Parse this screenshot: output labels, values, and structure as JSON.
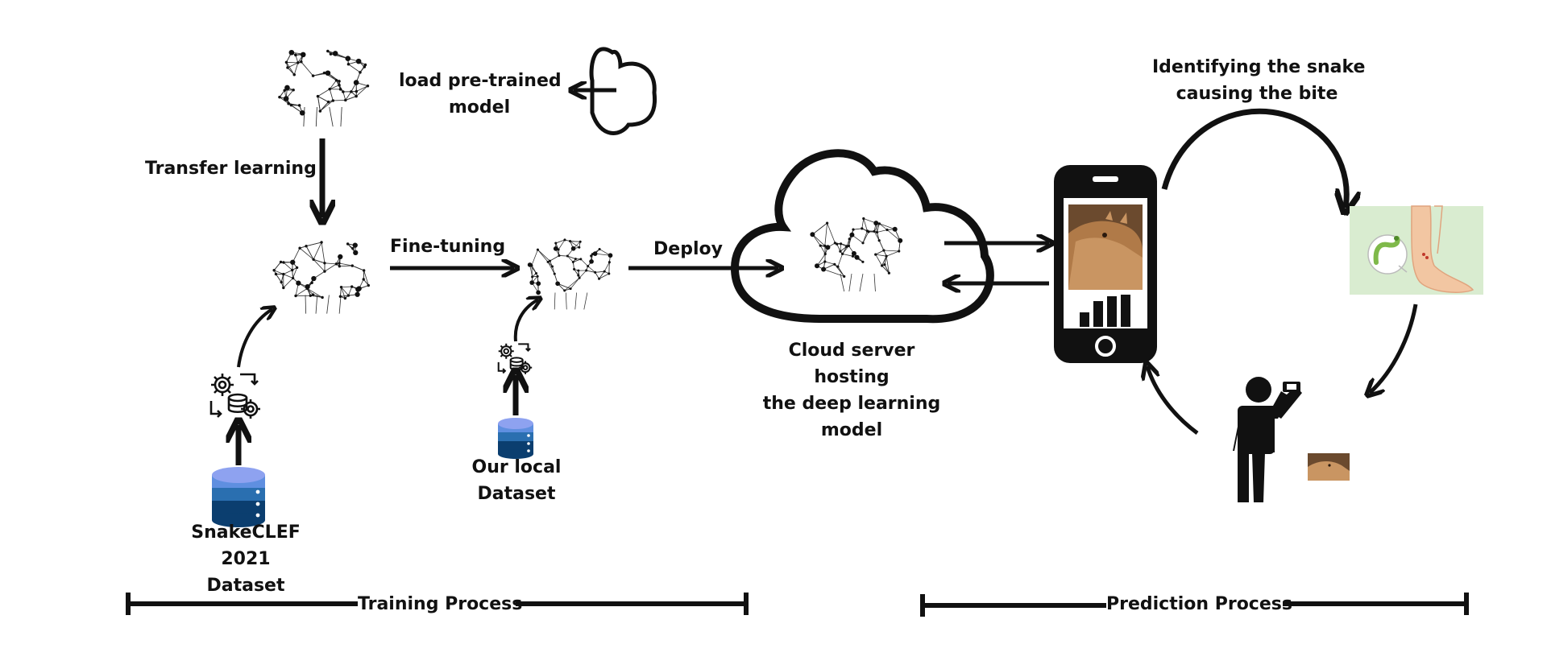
{
  "labels": {
    "load_pretrained": [
      "load pre-trained",
      "model"
    ],
    "transfer_learning": "Transfer learning",
    "fine_tuning": "Fine-tuning",
    "deploy": "Deploy",
    "snakeclef": [
      "SnakeCLEF",
      "2021",
      "Dataset"
    ],
    "local_dataset": [
      "Our local",
      "Dataset"
    ],
    "cloud_server": [
      "Cloud server",
      "hosting",
      "the deep learning",
      "model"
    ],
    "identifying": [
      "Identifying the snake",
      "causing the bite"
    ]
  },
  "timeline": {
    "training": "Training Process",
    "prediction": "Prediction Process"
  },
  "icons": [
    "neural-net-icon",
    "cloud-icon",
    "database-icon",
    "gears-data-icon",
    "smartphone-icon",
    "person-photographing-icon",
    "snakebite-icon",
    "snake-photo-icon"
  ],
  "colors": {
    "ink": "#111111",
    "db_light": "#8ea2f0",
    "db_mid": "#2a6fb0",
    "db_dark": "#0b3e6f",
    "bite_bg": "#d9ecd0",
    "snake_green": "#7fb94a",
    "skin": "#f2c6a2",
    "snake_brown": "#a86a3c"
  }
}
